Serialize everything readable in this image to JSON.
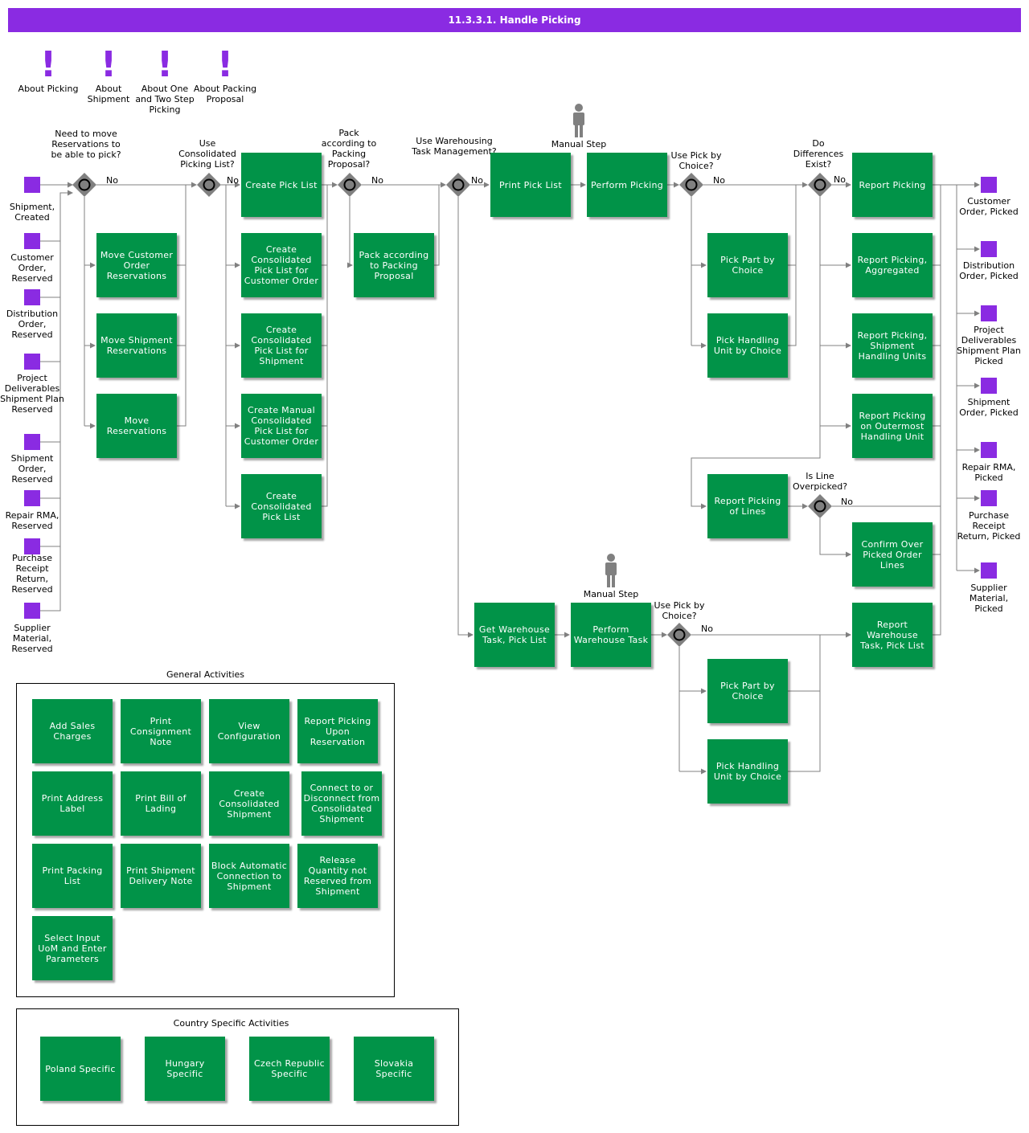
{
  "title": "11.3.3.1. Handle Picking",
  "about_links": [
    {
      "label": "About Picking"
    },
    {
      "label": "About Shipment"
    },
    {
      "label": "About One and Two Step Picking"
    },
    {
      "label": "About Packing Proposal"
    }
  ],
  "start_events": [
    "Shipment, Created",
    "Customer Order, Reserved",
    "Distribution Order, Reserved",
    "Project Deliverables Shipment Plan Reserved",
    "Shipment Order, Reserved",
    "Repair RMA, Reserved",
    "Purchase Receipt Return, Reserved",
    "Supplier Material, Reserved"
  ],
  "end_events": [
    "Customer Order, Picked",
    "Distribution Order, Picked",
    "Project Deliverables Shipment Plan Picked",
    "Shipment Order, Picked",
    "Repair RMA, Picked",
    "Purchase Receipt Return, Picked",
    "Supplier Material, Picked"
  ],
  "gateways": {
    "move_reservations": "Need to move Reservations to be able to pick?",
    "consolidated": "Use Consolidated Picking List?",
    "pack": "Pack according to Packing Proposal?",
    "warehousing": "Use Warehousing Task Management?",
    "pick_choice": "Use Pick by Choice?",
    "differences": "Do Differences Exist?",
    "overpicked": "Is Line Overpicked?",
    "pick_choice_2": "Use Pick by Choice?"
  },
  "flow_labels": {
    "no": "No"
  },
  "manual_step": "Manual Step",
  "activities": {
    "move_customer_order": "Move Customer Order Reservations",
    "move_shipment": "Move Shipment Reservations",
    "move_reservations": "Move Reservations",
    "create_pick_list": "Create Pick List",
    "cons_customer_order": "Create Consolidated Pick List for Customer Order",
    "cons_shipment": "Create Consolidated Pick List for Shipment",
    "manual_cons": "Create Manual Consolidated Pick List for Customer Order",
    "cons_pick_list": "Create Consolidated Pick List",
    "pack_proposal": "Pack according to Packing Proposal",
    "print_pick_list": "Print Pick List",
    "perform_picking": "Perform Picking",
    "pick_part_choice": "Pick Part by Choice",
    "pick_hu_choice": "Pick Handling Unit by Choice",
    "report_picking": "Report Picking",
    "report_aggregated": "Report Picking, Aggregated",
    "report_shipment_hu": "Report Picking, Shipment Handling Units",
    "report_outermost": "Report Picking on Outermost Handling Unit",
    "report_lines": "Report Picking of Lines",
    "confirm_over": "Confirm Over Picked Order Lines",
    "get_warehouse": "Get Warehouse Task, Pick List",
    "perform_warehouse": "Perform Warehouse Task",
    "pick_part_choice_2": "Pick Part by Choice",
    "pick_hu_choice_2": "Pick Handling Unit by Choice",
    "report_warehouse": "Report Warehouse Task, Pick List"
  },
  "general": {
    "title": "General Activities",
    "items": [
      "Add Sales Charges",
      "Print Consignment Note",
      "View Configuration",
      "Report Picking Upon Reservation",
      "Print Address Label",
      "Print Bill of Lading",
      "Create Consolidated Shipment",
      "Connect to or Disconnect from Consolidated Shipment",
      "Print Packing List",
      "Print Shipment Delivery Note",
      "Block Automatic Connection to Shipment",
      "Release Quantity not Reserved from Shipment",
      "Select Input UoM and Enter Parameters"
    ]
  },
  "country": {
    "title": "Country Specific Activities",
    "items": [
      "Poland Specific",
      "Hungary Specific",
      "Czech Republic Specific",
      "Slovakia Specific"
    ]
  },
  "colors": {
    "header": "#8a2be2",
    "activity": "#019348",
    "event": "#8a2be2",
    "gateway": "#808080",
    "line": "#808080"
  }
}
